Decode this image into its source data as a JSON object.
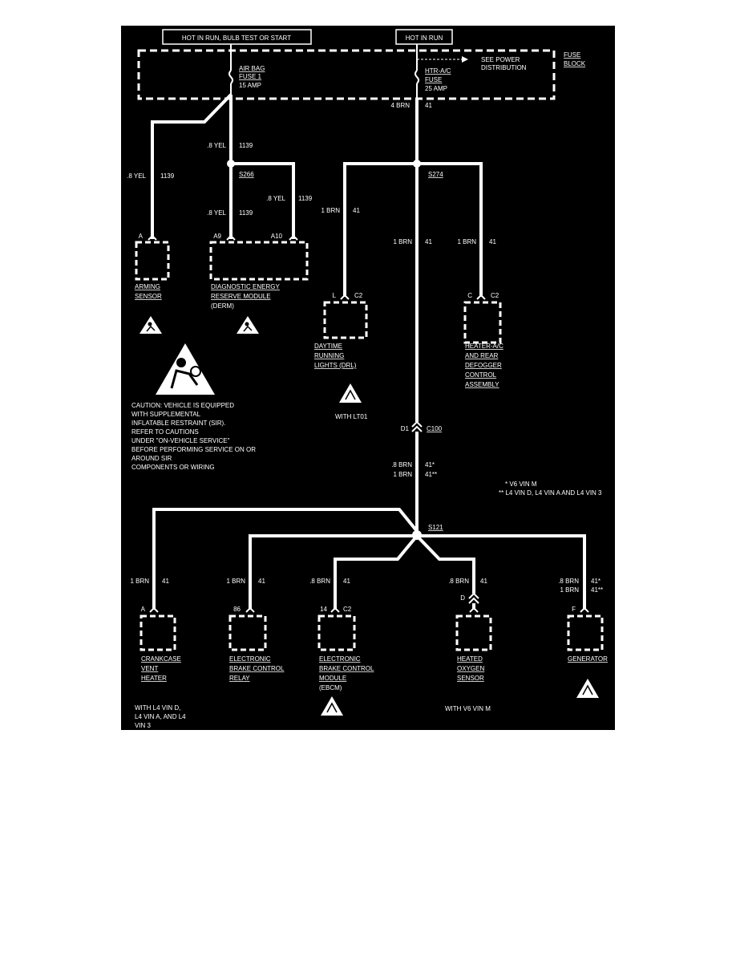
{
  "colors": {
    "background": "#000000",
    "wire": "#ffffff",
    "page": "#ffffff"
  },
  "top_boxes": {
    "left": "HOT IN RUN, BULB TEST OR START",
    "right": "HOT IN RUN"
  },
  "fuse_block": {
    "line1": "FUSE",
    "line2": "BLOCK"
  },
  "see_power": {
    "line1": "SEE POWER",
    "line2": "DISTRIBUTION"
  },
  "fuse_airbag": {
    "line1": "AIR BAG",
    "line2": "FUSE 1",
    "line3": "15 AMP"
  },
  "fuse_htr": {
    "line1": "HTR-A/C",
    "line2": "FUSE",
    "line3": "25 AMP"
  },
  "wire_labels": {
    "brn4": "4 BRN",
    "c41": "41",
    "yel8": ".8 YEL",
    "c1139": "1139",
    "brn1": "1 BRN",
    "brn8": ".8 BRN",
    "c41s": "41*",
    "c41ss": "41**"
  },
  "splices": {
    "s266": "S266",
    "s274": "S274",
    "s121": "S121"
  },
  "connectors": {
    "a": "A",
    "a9": "A9",
    "a10": "A10",
    "l": "L",
    "c2": "C2",
    "c": "C",
    "d1": "D1",
    "c100": "C100",
    "n86": "86",
    "n14": "14",
    "d": "D",
    "f": "F"
  },
  "components": {
    "arming": [
      "ARMING",
      "SENSOR"
    ],
    "derm": [
      "DIAGNOSTIC ENERGY",
      "RESERVE MODULE",
      "(DERM)"
    ],
    "drl": [
      "DAYTIME",
      "RUNNING",
      "LIGHTS (DRL)"
    ],
    "heater": [
      "HEATER-A/C",
      "AND REAR",
      "DEFOGGER",
      "CONTROL",
      "ASSEMBLY"
    ],
    "crank": [
      "CRANKCASE",
      "VENT",
      "HEATER"
    ],
    "ebcr": [
      "ELECTRONIC",
      "BRAKE CONTROL",
      "RELAY"
    ],
    "ebcm": [
      "ELECTRONIC",
      "BRAKE CONTROL",
      "MODULE",
      "(EBCM)"
    ],
    "oxygen": [
      "HEATED",
      "OXYGEN",
      "SENSOR"
    ],
    "generator": [
      "GENERATOR"
    ]
  },
  "caution": [
    "CAUTION: VEHICLE IS EQUIPPED",
    "WITH SUPPLEMENTAL",
    "INFLATABLE RESTRAINT (SIR).",
    "REFER TO CAUTIONS",
    "UNDER \"ON-VEHICLE SERVICE\"",
    "BEFORE PERFORMING SERVICE ON OR",
    "AROUND SIR",
    "COMPONENTS OR WIRING"
  ],
  "notes": {
    "with_lt01": "WITH LT01",
    "footnote1": "* V6 VIN M",
    "footnote2": "** L4 VIN D, L4 VIN A AND L4 VIN 3",
    "with_l4": [
      "WITH L4 VIN D,",
      "L4 VIN A, AND L4",
      "VIN 3"
    ],
    "with_v6": "WITH V6 VIN M"
  }
}
